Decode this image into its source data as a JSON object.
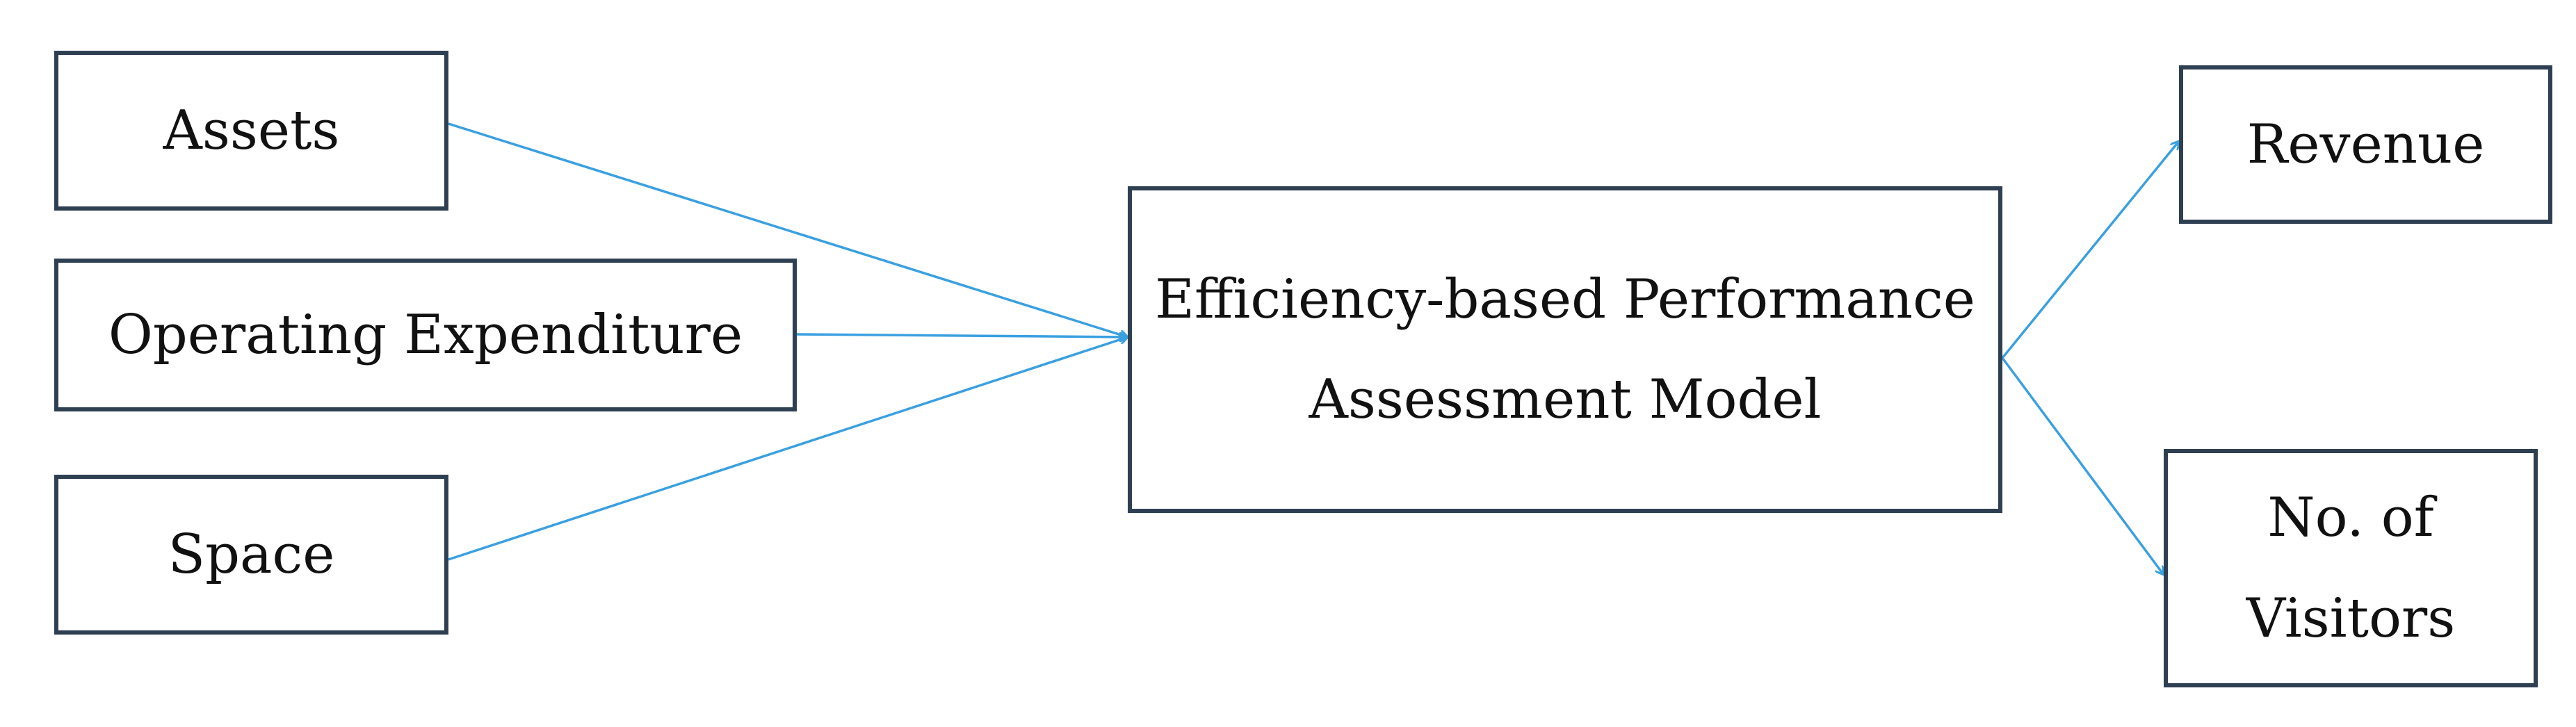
{
  "inputs": [
    {
      "id": "assets",
      "label": "Assets"
    },
    {
      "id": "opex",
      "label": "Operating Expenditure"
    },
    {
      "id": "space",
      "label": "Space"
    }
  ],
  "model": {
    "line1": "Efficiency-based Performance",
    "line2": "Assessment Model"
  },
  "outputs": [
    {
      "id": "revenue",
      "label": "Revenue"
    },
    {
      "id": "visitors",
      "line1": "No. of",
      "line2": "Visitors"
    }
  ],
  "colors": {
    "box_border": "#2e3f52",
    "arrow": "#3aa0e0"
  }
}
